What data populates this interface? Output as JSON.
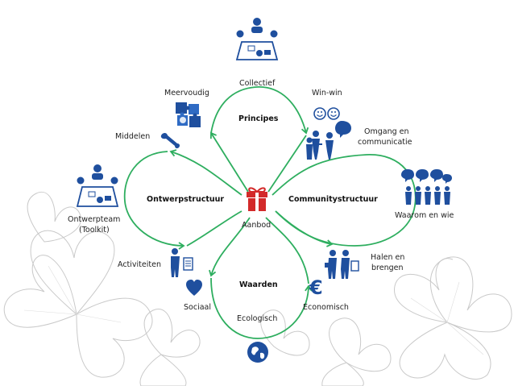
{
  "colors": {
    "accent_green": "#2eae5f",
    "icon_blue": "#1f4f9e",
    "icon_dark": "#1c3a73",
    "gift_red": "#d32a2a",
    "clover_gray": "#c9c9c9"
  },
  "center": {
    "label": "Aanbod",
    "icon": "gift-icon"
  },
  "sections": {
    "top": "Principes",
    "left": "Ontwerpstructuur",
    "right": "Communitystructuur",
    "bottom": "Waarden"
  },
  "labels": {
    "collectief": "Collectief",
    "meervoudig": "Meervoudig",
    "winwin": "Win-win",
    "middelen": "Middelen",
    "omgang_line1": "Omgang en",
    "omgang_line2": "communicatie",
    "ontwerpteam_line1": "Ontwerpteam",
    "ontwerpteam_line2": "(Toolkit)",
    "waarom": "Waarom en wie",
    "activiteiten": "Activiteiten",
    "halen_line1": "Halen en",
    "halen_line2": "brengen",
    "sociaal": "Sociaal",
    "ecologisch": "Ecologisch",
    "economisch": "Economisch"
  },
  "icons": {
    "collectief": "meeting-table-icon",
    "meervoudig": "puzzle-icon",
    "winwin": "smiley-faces-icon",
    "middelen": "wrench-icon",
    "omgang": "people-talking-icon",
    "ontwerpteam": "meeting-table-icon",
    "waarom": "crowd-speech-icon",
    "activiteiten": "person-with-list-icon",
    "halen": "people-exchanging-icon",
    "sociaal": "heart-icon",
    "ecologisch": "globe-icon",
    "economisch": "euro-icon"
  }
}
